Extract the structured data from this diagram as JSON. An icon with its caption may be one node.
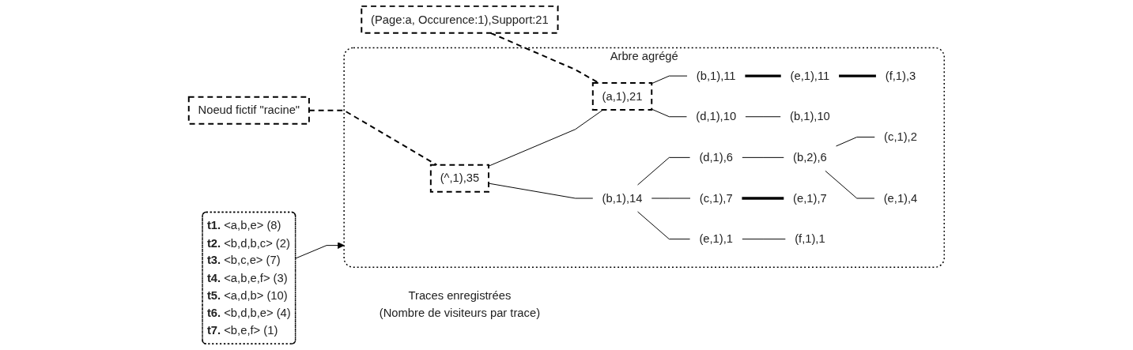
{
  "diagram": {
    "nodes": [
      {
        "text": [
          "(Page:a, Occurence:1),Support:21"
        ]
      },
      {
        "text": [
          "**t1.** <a,b,e> (8)",
          "**t2.** <b,d,b,c> (2)",
          "**t3.** <b,c,e> (7)",
          "**t4.** <a,b,e,f> (3)",
          "**t5.** <a,d,b> (10)",
          "**t6.** <b,d,b,e> (4)",
          "**t7.** <b,e,f> (1)"
        ],
        "beside": [
          "Traces enregistrées",
          "(Nombre de visiteurs par trace)"
        ]
      },
      {
        "text": [
          "Arbre agrégé"
        ]
      },
      {
        "text": [
          "(^,1),35"
        ],
        "in": 2
      },
      {
        "text": [
          "(a,1),21"
        ],
        "in": 2
      },
      {
        "text": [
          "(b,1),11"
        ],
        "in": 2
      },
      {
        "text": [
          "(e,1),11"
        ],
        "in": 2
      },
      {
        "text": [
          "(f,1),3"
        ],
        "in": 2
      },
      {
        "text": [
          "(d,1),10"
        ],
        "in": 2
      },
      {
        "text": [
          "(b,1),10"
        ],
        "in": 2
      },
      {
        "text": [
          "(b,1),14"
        ],
        "in": 2
      },
      {
        "text": [
          "(d,1),6"
        ],
        "in": 2
      },
      {
        "text": [
          "(b,2),6"
        ],
        "in": 2
      },
      {
        "text": [
          "(c,1),2"
        ],
        "in": 2
      },
      {
        "text": [
          "(e,1),4"
        ],
        "in": 2
      },
      {
        "text": [
          "(c,1),7"
        ],
        "in": 2
      },
      {
        "text": [
          "(e,1),7"
        ],
        "in": 2
      },
      {
        "text": [
          "(e,1),1"
        ],
        "in": 2
      },
      {
        "text": [
          "(f,1),1"
        ],
        "in": 2
      },
      {
        "text": [
          "Noeud fictif \"racine\""
        ]
      }
    ],
    "edges": [
      {
        "from": 0,
        "to": 4,
        "arrow": "none",
        "style": "dashed"
      },
      {
        "from": 1,
        "to": 2,
        "arrow": "to"
      },
      {
        "from": 3,
        "to": 4,
        "arrow": "none"
      },
      {
        "from": 4,
        "to": 5,
        "arrow": "none"
      },
      {
        "from": 5,
        "to": 6,
        "arrow": "none",
        "style": "thick"
      },
      {
        "from": 6,
        "to": 7,
        "arrow": "none",
        "style": "thick"
      },
      {
        "from": 4,
        "to": 8,
        "arrow": "none"
      },
      {
        "from": 8,
        "to": 9,
        "arrow": "none"
      },
      {
        "from": 3,
        "to": 10,
        "arrow": "none"
      },
      {
        "from": 10,
        "to": 11,
        "arrow": "none"
      },
      {
        "from": 11,
        "to": 12,
        "arrow": "none"
      },
      {
        "from": 12,
        "to": 13,
        "arrow": "none"
      },
      {
        "from": 12,
        "to": 14,
        "arrow": "none"
      },
      {
        "from": 10,
        "to": 15,
        "arrow": "none"
      },
      {
        "from": 15,
        "to": 16,
        "arrow": "none",
        "style": "thick"
      },
      {
        "from": 10,
        "to": 17,
        "arrow": "none"
      },
      {
        "from": 17,
        "to": 18,
        "arrow": "none"
      },
      {
        "from": 19,
        "to": 3,
        "arrow": "none",
        "style": "dashed"
      }
    ]
  }
}
